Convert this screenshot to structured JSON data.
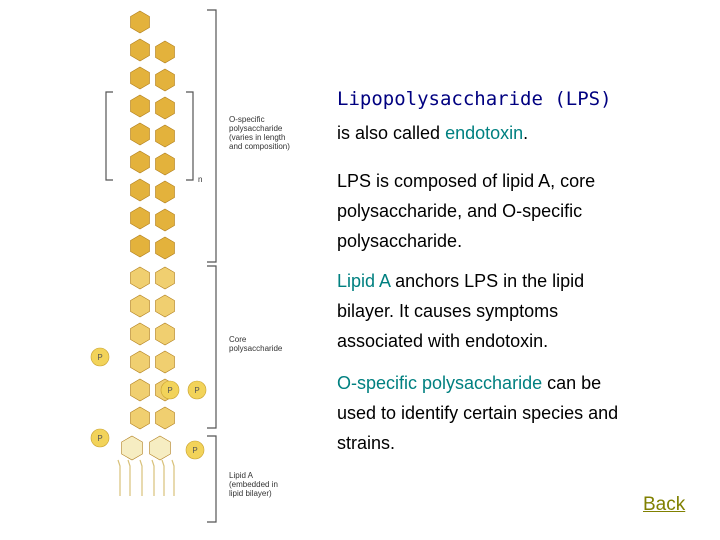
{
  "diagram": {
    "o_specific_label": [
      "O-specific",
      "polysaccharide",
      "(varies in length",
      "and composition)"
    ],
    "n_label": "n",
    "core_label": [
      "Core",
      "polysaccharide"
    ],
    "lipid_a_label": [
      "Lipid A",
      "(embedded in",
      "lipid bilayer)"
    ],
    "phosphate": "P",
    "colors": {
      "sugar": "#e3b23c",
      "core_sugar": "#f0cf70",
      "phosphate": "#f2d35a",
      "lipid": "#f6edc2",
      "bracket": "#555555"
    }
  },
  "content": {
    "title": "Lipopolysaccharide (LPS)",
    "p1": {
      "pre": "is also called ",
      "hl": "endotoxin",
      "post": "."
    },
    "p2": "LPS is composed of lipid A, core polysaccharide, and O-specific polysaccharide.",
    "p3": {
      "hl": "Lipid A",
      "post": " anchors LPS in the lipid bilayer.  It causes symptoms associated with endotoxin."
    },
    "p4": {
      "hl": "O-specific polysaccharide",
      "post": " can be used to identify certain species and strains."
    }
  },
  "nav": {
    "back_label": "Back"
  }
}
